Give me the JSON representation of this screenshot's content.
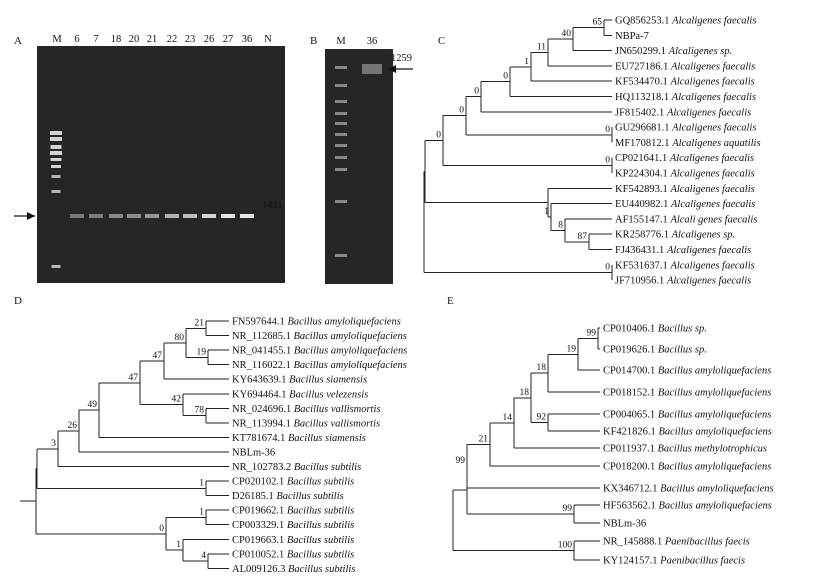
{
  "figure": {
    "panels": {
      "A": {
        "letter": "A",
        "lanes": [
          "M",
          "6",
          "7",
          "18",
          "20",
          "21",
          "22",
          "23",
          "26",
          "27",
          "36",
          "N"
        ],
        "size_label": "1411",
        "band_intensity": [
          0.35,
          0.38,
          0.42,
          0.45,
          0.5,
          0.65,
          0.72,
          0.85,
          0.95,
          0.95
        ]
      },
      "B": {
        "letter": "B",
        "lanes": [
          "M",
          "36"
        ],
        "size_label": "1259"
      },
      "C": {
        "letter": "C",
        "leaves": [
          {
            "id": "GQ856253.1",
            "sp": "Alcaligenes faecalis"
          },
          {
            "id": "NBPa-7",
            "sp": ""
          },
          {
            "id": "JN650299.1",
            "sp": "Alcaligenes sp."
          },
          {
            "id": "EU727186.1",
            "sp": "Alcaligenes faecalis"
          },
          {
            "id": "KF534470.1",
            "sp": "Alcaligenes faecalis"
          },
          {
            "id": "HQ113218.1",
            "sp": "Alcaligenes faecalis"
          },
          {
            "id": "JF815402.1",
            "sp": "Alcaligenes faecalis"
          },
          {
            "id": "GU296681.1",
            "sp": "Alcaligenes faecalis"
          },
          {
            "id": "MF170812.1",
            "sp": "Alcaligenes aquatilis"
          },
          {
            "id": "CP021641.1",
            "sp": "Alcaligenes faecalis"
          },
          {
            "id": "KP224304.1",
            "sp": "Alcaligenes faecalis"
          },
          {
            "id": "KF542893.1",
            "sp": "Alcaligenes faecalis"
          },
          {
            "id": "EU440982.1",
            "sp": "Alcaligenes faecalis"
          },
          {
            "id": "AF155147.1",
            "sp": "Alcali genes faecalis"
          },
          {
            "id": "KR258776.1",
            "sp": "Alcaligenes sp."
          },
          {
            "id": "FJ436431.1",
            "sp": "Alcaligenes faecalis"
          },
          {
            "id": "KF531637.1",
            "sp": "Alcaligenes faecalis"
          },
          {
            "id": "JF710956.1",
            "sp": "Alcaligenes faecalis"
          }
        ],
        "bootstrap": [
          "65",
          "40",
          "11",
          "1",
          "0",
          "0",
          "0",
          "0",
          "0",
          "0",
          "1",
          "8",
          "87",
          "0"
        ]
      },
      "D": {
        "letter": "D",
        "leaves": [
          {
            "id": "FN597644.1",
            "sp": "Bacillus amyloliquefaciens"
          },
          {
            "id": "NR_112685.1",
            "sp": "Bacillus amyloliquefaciens"
          },
          {
            "id": "NR_041455.1",
            "sp": "Bacillus amyloliquefaciens"
          },
          {
            "id": "NR_116022.1",
            "sp": "Bacillus amyloliquefaciens"
          },
          {
            "id": "KY643639.1",
            "sp": "Bacillus siamensis"
          },
          {
            "id": "KY694464.1",
            "sp": "Bacillus velezensis"
          },
          {
            "id": "NR_024696.1",
            "sp": "Bacillus vallismortis"
          },
          {
            "id": "NR_113994.1",
            "sp": "Bacillus vallismortis"
          },
          {
            "id": "KT781674.1",
            "sp": "Bacillus siamensis"
          },
          {
            "id": "NBLm-36",
            "sp": ""
          },
          {
            "id": "NR_102783.2",
            "sp": "Bacillus subtilis"
          },
          {
            "id": "CP020102.1",
            "sp": "Bacillus subtilis"
          },
          {
            "id": "D26185.1",
            "sp": "Bacillus subtilis"
          },
          {
            "id": "CP019662.1",
            "sp": "Bacillus subtilis"
          },
          {
            "id": "CP003329.1",
            "sp": "Bacillus subtilis"
          },
          {
            "id": "CP019663.1",
            "sp": "Bacillus subtilis"
          },
          {
            "id": "CP010052.1",
            "sp": "Bacillus subtilis"
          },
          {
            "id": "AL009126.3",
            "sp": "Bacillus subtilis"
          }
        ],
        "bootstrap": [
          "21",
          "19",
          "80",
          "47",
          "42",
          "78",
          "47",
          "49",
          "26",
          "3",
          "1",
          "1",
          "4",
          "1",
          "0"
        ]
      },
      "E": {
        "letter": "E",
        "leaves": [
          {
            "id": "CP010406.1",
            "sp": "Bacillus sp."
          },
          {
            "id": "CP019626.1",
            "sp": "Bacillus sp."
          },
          {
            "id": "CP014700.1",
            "sp": "Bacillus amyloliquefaciens"
          },
          {
            "id": "CP018152.1",
            "sp": "Bacillus amyloliquefaciens"
          },
          {
            "id": "CP004065.1",
            "sp": "Bacillus amyloliquefaciens"
          },
          {
            "id": "KF421826.1",
            "sp": "Bacillus amyloliquefaciens"
          },
          {
            "id": "CP011937.1",
            "sp": "Bacillus methylotrophicus"
          },
          {
            "id": "CP018200.1",
            "sp": "Bacillus amyloliquefaciens"
          },
          {
            "id": "KX346712.1",
            "sp": "Bacillus amyloliquefaciens"
          },
          {
            "id": "HF563562.1",
            "sp": "Bacillus amyloliquefaciens"
          },
          {
            "id": "NBLm-36",
            "sp": ""
          },
          {
            "id": "NR_145888.1",
            "sp": "Paenibacillus faecis"
          },
          {
            "id": "KY124157.1",
            "sp": "Paenibacillus faecis"
          }
        ],
        "bootstrap": [
          "99",
          "19",
          "18",
          "92",
          "18",
          "14",
          "21",
          "99",
          "99",
          "100"
        ]
      }
    }
  }
}
